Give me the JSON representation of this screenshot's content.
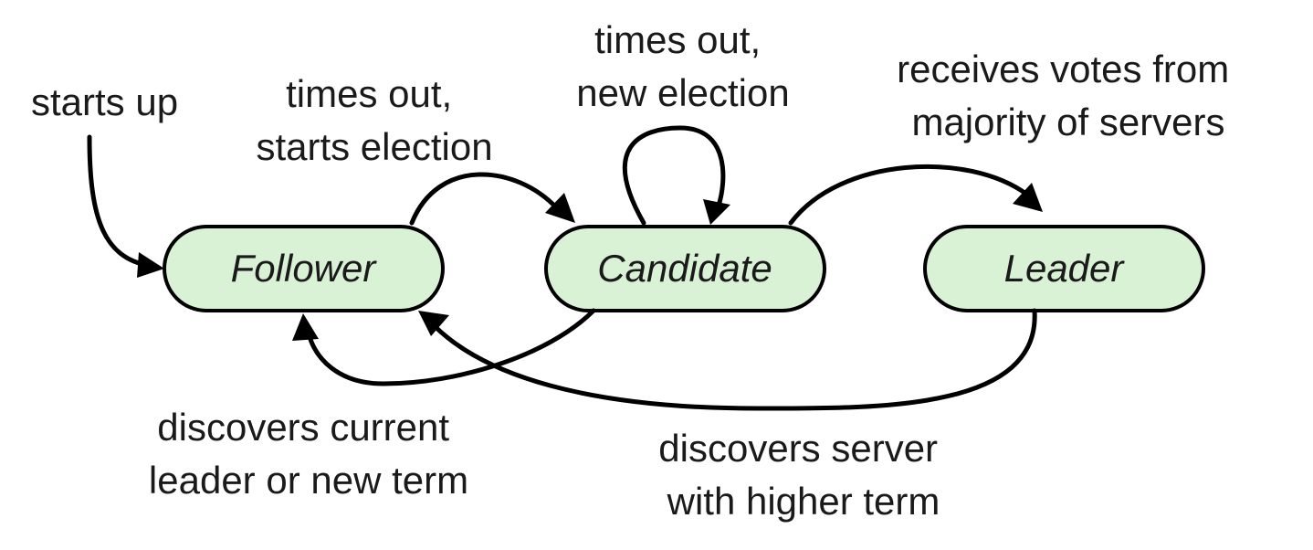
{
  "states": {
    "follower": "Follower",
    "candidate": "Candidate",
    "leader": "Leader"
  },
  "transitions": {
    "start": [
      "starts up"
    ],
    "follower_to_candidate": [
      "times out,",
      "starts election"
    ],
    "candidate_self": [
      "times out,",
      "new election"
    ],
    "candidate_to_leader": [
      "receives votes from",
      "majority of servers"
    ],
    "candidate_to_follower": [
      "discovers current",
      "leader or new term"
    ],
    "leader_to_follower": [
      "discovers server",
      "with higher term"
    ]
  },
  "colors": {
    "state_fill": "#d9f2d6",
    "stroke": "#000000",
    "text": "#1a1a1a"
  }
}
